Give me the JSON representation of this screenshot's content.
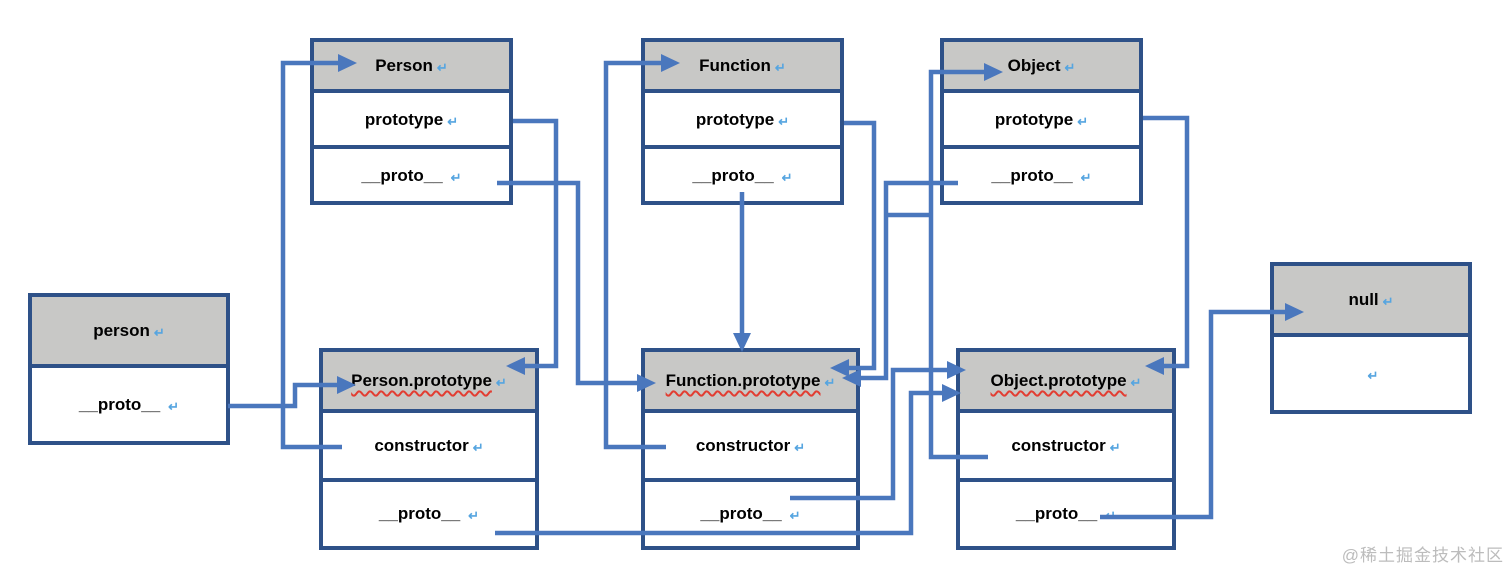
{
  "diagram": {
    "return_mark": "↵",
    "boxes": [
      {
        "id": "person",
        "header": "person",
        "squiggle": false,
        "rows": [
          "__proto__"
        ]
      },
      {
        "id": "Person",
        "header": "Person",
        "squiggle": false,
        "rows": [
          "prototype",
          "__proto__"
        ]
      },
      {
        "id": "Function",
        "header": "Function",
        "squiggle": false,
        "rows": [
          "prototype",
          "__proto__"
        ]
      },
      {
        "id": "Object",
        "header": "Object",
        "squiggle": false,
        "rows": [
          "prototype",
          "__proto__"
        ]
      },
      {
        "id": "Person.prototype",
        "header": "Person.prototype",
        "squiggle": true,
        "rows": [
          "constructor",
          "__proto__"
        ]
      },
      {
        "id": "Function.prototype",
        "header": "Function.prototype",
        "squiggle": true,
        "rows": [
          "constructor",
          "__proto__"
        ]
      },
      {
        "id": "Object.prototype",
        "header": "Object.prototype",
        "squiggle": true,
        "rows": [
          "constructor",
          "__proto__"
        ]
      },
      {
        "id": "null",
        "header": "null",
        "squiggle": false,
        "rows": [
          ""
        ]
      }
    ],
    "connections": [
      {
        "source_box": "person",
        "source_row": "__proto__",
        "target_box": "Person.prototype"
      },
      {
        "source_box": "Person.prototype",
        "source_row": "constructor",
        "target_box": "Person"
      },
      {
        "source_box": "Person",
        "source_row": "prototype",
        "target_box": "Person.prototype"
      },
      {
        "source_box": "Person",
        "source_row": "__proto__",
        "target_box": "Function.prototype"
      },
      {
        "source_box": "Function.prototype",
        "source_row": "constructor",
        "target_box": "Function"
      },
      {
        "source_box": "Function",
        "source_row": "prototype",
        "target_box": "Function.prototype"
      },
      {
        "source_box": "Function",
        "source_row": "__proto__",
        "target_box": "Function.prototype"
      },
      {
        "source_box": "Object",
        "source_row": "__proto__",
        "target_box": "Function.prototype"
      },
      {
        "source_box": "Object.prototype",
        "source_row": "constructor",
        "target_box": "Object"
      },
      {
        "source_box": "Object",
        "source_row": "prototype",
        "target_box": "Object.prototype"
      },
      {
        "source_box": "Person.prototype",
        "source_row": "__proto__",
        "target_box": "Object.prototype"
      },
      {
        "source_box": "Function.prototype",
        "source_row": "__proto__",
        "target_box": "Object.prototype"
      },
      {
        "source_box": "Object.prototype",
        "source_row": "__proto__",
        "target_box": "null"
      }
    ]
  },
  "watermark": "@稀土掘金技术社区",
  "colors": {
    "box_border": "#2e5188",
    "header_fill": "#c8c8c6",
    "connector": "#4a77bd",
    "return_mark": "#56a5e0",
    "squiggle": "#e23d32",
    "text": "#000000",
    "watermark": "#bcbcbc"
  }
}
